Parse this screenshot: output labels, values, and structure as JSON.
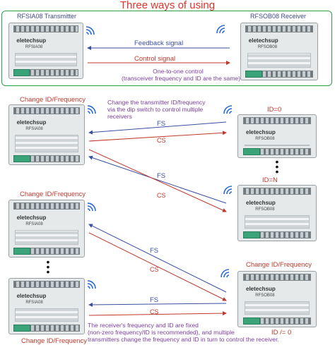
{
  "title": "Three ways of using",
  "top": {
    "transmitter_label": "RFSIA08 Transmitter",
    "receiver_label": "RFSOB08 Receiver",
    "feedback_signal": "Feedback signal",
    "control_signal": "Control signal",
    "one_to_one_line1": "One-to-one control",
    "one_to_one_line2": "(transceiver frequency and ID are the same)"
  },
  "middle": {
    "change_id_1": "Change ID/Frequency",
    "note_line1": "Change the transmitter ID/frequency",
    "note_line2": "via the dip switch to control multiple",
    "note_line3": "receivers",
    "id_zero": "ID=0",
    "id_n": "ID=N",
    "fs_1": "FS",
    "cs_1": "CS",
    "fs_2": "FS",
    "cs_2": "CS"
  },
  "bottom": {
    "change_id_2": "Change ID/Frequency",
    "change_id_3": "Change ID/Frequency",
    "change_id_4": "Change ID/Frequency",
    "fs_3": "FS",
    "cs_3": "CS",
    "fs_4": "FS",
    "cs_4": "CS",
    "id_not_zero": "ID /= 0",
    "note_line1": "The receiver's frequency and ID are fixed",
    "note_line2": "(non-zero frequency/ID is recommended), and multiple",
    "note_line3": "transmitters change the frequency and ID in turn to control the receiver."
  },
  "module": {
    "brand": "eletechsup",
    "model_tx": "RFSIA08",
    "model_rx": "RFSOB08"
  },
  "colors": {
    "title": "#e0342b",
    "frame": "#2f9e44",
    "feedback_arrow": "#3a4fa0",
    "control_arrow": "#c0392b",
    "note": "#7a3e9d",
    "wifi": "#2b6cd4"
  }
}
